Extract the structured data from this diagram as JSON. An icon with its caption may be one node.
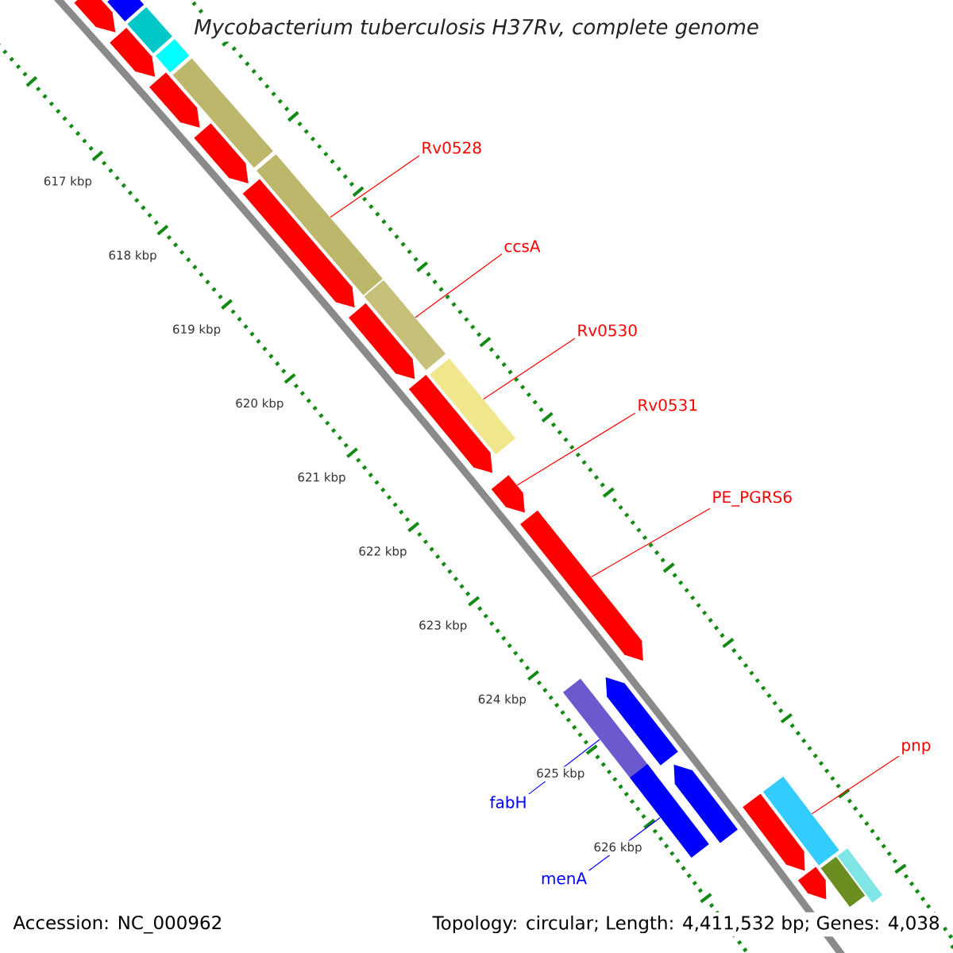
{
  "diagram": {
    "title": "*Mycobacterium tuberculosis* H37Rv, complete genome",
    "nodes": [
      {
        "text": [
          "Rv0528"
        ]
      },
      {
        "text": [
          "ccsA"
        ]
      },
      {
        "text": [
          "Rv0530"
        ]
      },
      {
        "text": [
          "Rv0531"
        ]
      },
      {
        "text": [
          "PE_PGRS6"
        ]
      },
      {
        "text": [
          "pnp"
        ]
      },
      {
        "text": [
          "fabH"
        ]
      },
      {
        "text": [
          "menA"
        ]
      },
      {
        "text": [],
        "shape": "bar"
      },
      {
        "text": [],
        "shape": "bar"
      },
      {
        "text": [],
        "shape": "bar"
      },
      {
        "text": [],
        "shape": "bar"
      },
      {
        "text": [],
        "shape": "bar"
      },
      {
        "text": [],
        "shape": "bar"
      },
      {
        "text": [],
        "shape": "bar"
      },
      {
        "text": [],
        "shape": "bar"
      },
      {
        "text": [],
        "shape": "bar"
      },
      {
        "text": [],
        "shape": "bar"
      },
      {
        "text": [],
        "shape": "bar"
      },
      {
        "text": [],
        "shape": "bar"
      },
      {
        "text": [],
        "shape": "bar"
      },
      {
        "text": [],
        "shape": "bar"
      },
      {
        "text": [],
        "shape": "bar"
      },
      {
        "text": [],
        "shape": "bar"
      },
      {
        "text": [],
        "shape": "bar"
      },
      {
        "text": [],
        "shape": "bar"
      },
      {
        "text": [],
        "shape": "bar"
      },
      {
        "text": [],
        "shape": "bar"
      },
      {
        "text": [],
        "shape": "bar"
      },
      {
        "text": [],
        "shape": "bar"
      },
      {
        "text": [],
        "shape": "bar"
      },
      {
        "text": [],
        "shape": "bar"
      },
      {
        "text": [],
        "shape": "bar"
      }
    ],
    "edges": [
      {
        "from": 0,
        "to": 8,
        "arrow": "none"
      },
      {
        "from": 1,
        "to": 9,
        "arrow": "none"
      },
      {
        "from": 2,
        "to": 10,
        "arrow": "none"
      },
      {
        "from": 3,
        "to": 11,
        "arrow": "none"
      },
      {
        "from": 4,
        "to": 12,
        "arrow": "none"
      },
      {
        "from": 5,
        "to": 13,
        "arrow": "none"
      },
      {
        "from": 6,
        "to": 14,
        "arrow": "none",
        "color": "#0000ff"
      },
      {
        "from": 7,
        "to": 15,
        "arrow": "none",
        "color": "#0000ff"
      }
    ],
    "labels": [
      "617 kbp",
      "618 kbp",
      "619 kbp",
      "620 kbp",
      "621 kbp",
      "622 kbp",
      "623 kbp",
      "624 kbp",
      "625 kbp",
      "626 kbp",
      "Accession: NC_000962",
      "Topology: circular; Length: 4,411,532 bp; Genes: 4,038"
    ]
  }
}
